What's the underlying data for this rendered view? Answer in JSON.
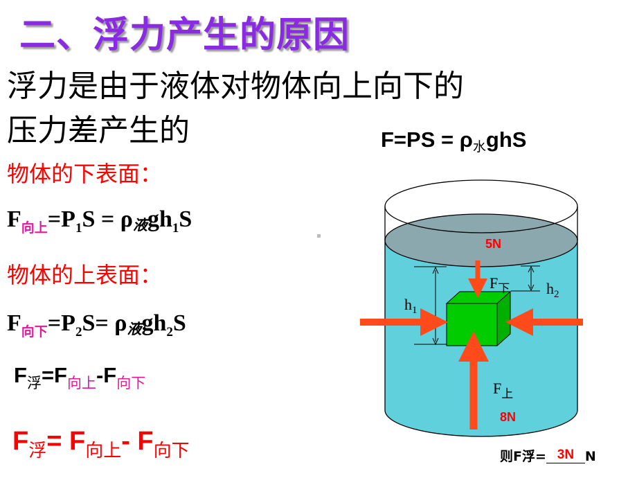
{
  "title": "二、浮力产生的原因",
  "lines": {
    "intro_1": "浮力是由于液体对物体向上向下的",
    "intro_2": "压力差产生的",
    "lower_surface": "物体的下表面：",
    "upper_surface": "物体的上表面："
  },
  "formulas": {
    "f_up": {
      "F": "F",
      "sub": "向上",
      "eq": "=P",
      "n1": "1",
      "mid": "S = ",
      "rho": "ρ",
      "liq": "液",
      "gh": "gh",
      "n2": "1",
      "end": "S"
    },
    "f_down": {
      "F": "F",
      "sub": "向下",
      "eq": "=P",
      "n1": "2",
      "mid": "S= ",
      "rho": "ρ",
      "liq": "液",
      "gh": "gh",
      "n2": "2",
      "end": "S"
    },
    "buoy_1": {
      "F": "F",
      "fu": "浮",
      "eq": "=F",
      "up": "向上",
      "minus": "-F",
      "down": "向下"
    },
    "buoy_2": {
      "F": "F",
      "fu": "浮",
      "eq": "= F",
      "up": "向上",
      "minus": "- F",
      "down": "向下"
    },
    "top_right": {
      "main": "F=PS = ρ",
      "sub": "水",
      "end": "ghS"
    }
  },
  "diagram": {
    "force_top_value": "5N",
    "force_bottom_value": "8N",
    "label_f_down": "F",
    "label_f_down_sub": "下",
    "label_f_up": "F",
    "label_f_up_sub": "上",
    "label_h1": "h",
    "label_h1_sub": "1",
    "label_h2": "h",
    "label_h2_sub": "2",
    "colors": {
      "water": "#5fd0dc",
      "water_top": "#8aa8ae",
      "cube": "#00cc00",
      "arrow": "#ff4a1c"
    }
  },
  "question": {
    "prefix": "则F浮=",
    "answer": "3N",
    "unit": "N"
  }
}
